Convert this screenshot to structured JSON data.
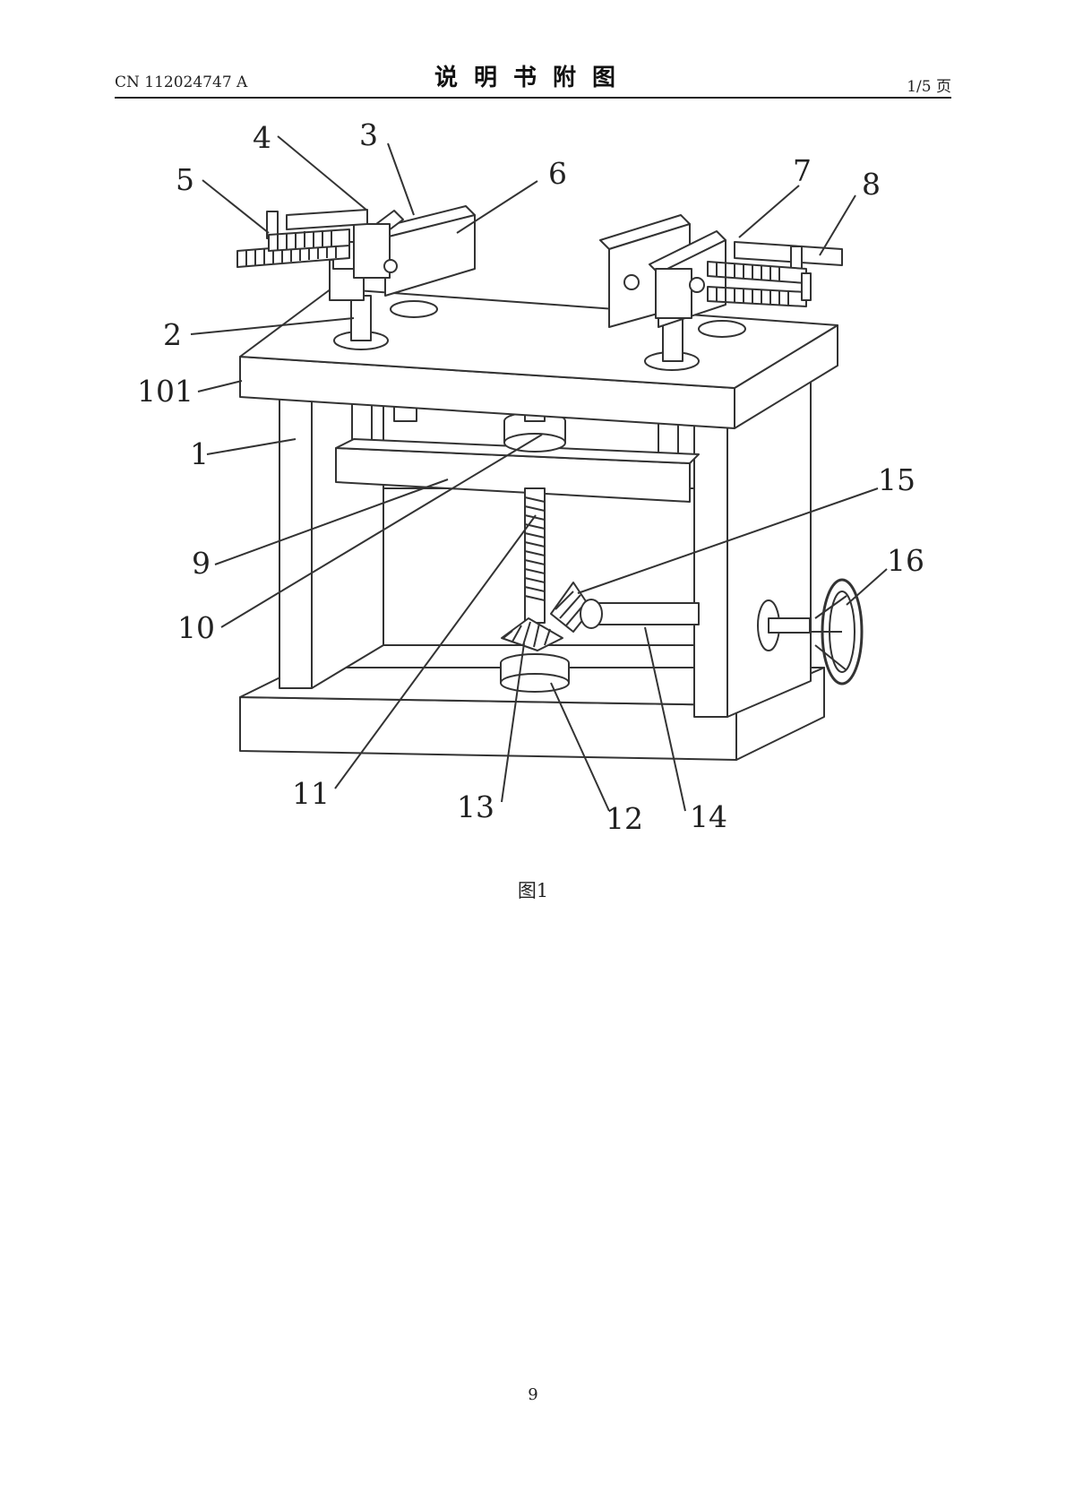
{
  "header": {
    "doc_number": "CN 112024747 A",
    "title": "说明书附图",
    "page_of": "1/5 页"
  },
  "figure": {
    "caption": "图1",
    "labels": [
      "1",
      "2",
      "3",
      "4",
      "5",
      "6",
      "7",
      "8",
      "9",
      "10",
      "11",
      "12",
      "13",
      "14",
      "15",
      "16",
      "101"
    ]
  },
  "footer": {
    "page_number": "9"
  }
}
